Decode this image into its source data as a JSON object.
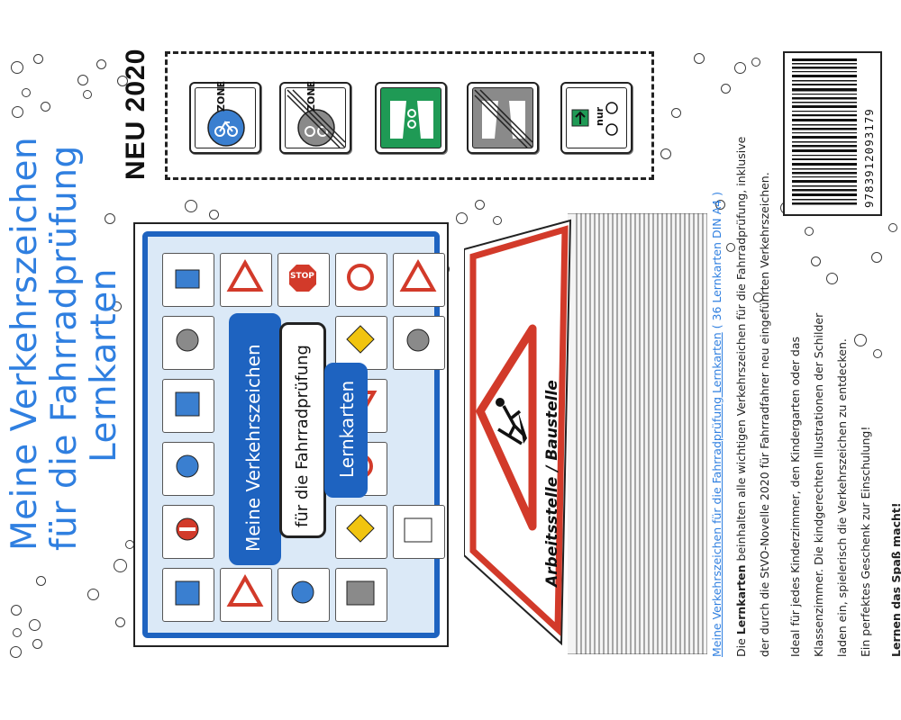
{
  "title": {
    "line1": "Meine Verkehrszeichen",
    "line2": "für die Fahrradprüfung",
    "line3": "Lernkarten"
  },
  "new_badge": "NEU 2020",
  "new_signs": [
    {
      "name": "Fahrradzone",
      "text": "ZONE",
      "color": "#3a7fd0"
    },
    {
      "name": "Ende Fahrradzone",
      "text": "ZONE",
      "color": "#8a8a8a"
    },
    {
      "name": "Radschnellweg",
      "text": "",
      "color": "#1f9a55"
    },
    {
      "name": "Ende Radschnellweg",
      "text": "",
      "color": "#8a8a8a"
    },
    {
      "name": "Grünpfeil nur Radverkehr",
      "text": "nur",
      "color": "#1f9a55"
    }
  ],
  "barcode": {
    "digits": "9783912093179"
  },
  "cards_panel": {
    "line1": "Meine Verkehrszeichen",
    "line2": "für die Fahrradprüfung",
    "line3": "Lernkarten",
    "mini_stop": "STOP"
  },
  "big_sign": {
    "label": "Arbeitsstelle / Baustelle"
  },
  "description": {
    "heading": "Meine Verkehrszeichen für die Fahrradprüfung Lernkarten",
    "heading_note": "( 36 Lernkarten DIN A4 )",
    "p1_bold": "Lernkarten",
    "p1_lead": "Die",
    "p1_rest": "beinhalten alle wichtigen Verkehrszeichen für die Fahrradprüfung, inklusive",
    "p1_line2_a": "der durch die",
    "p1_line2_b": "StVO-Novelle 2020",
    "p1_line2_c": "für Fahrradfahrer neu eingeführten Verkehrszeichen.",
    "p2_line1": "Ideal für jedes Kinderzimmer, den Kindergarten oder das",
    "p2_line2": "Klassenzimmer. Die kindgerechten Illustrationen der Schilder",
    "p2_line3": "laden ein, spielerisch die Verkehrszeichen zu entdecken.",
    "p2_line4": "Ein perfektes Geschenk zur Einschulung!",
    "closing": "Lernen das Spaß macht!"
  },
  "colors": {
    "title_blue": "#2f7fe0",
    "panel_blue": "#1e63c0",
    "sign_red": "#d23a2a"
  }
}
